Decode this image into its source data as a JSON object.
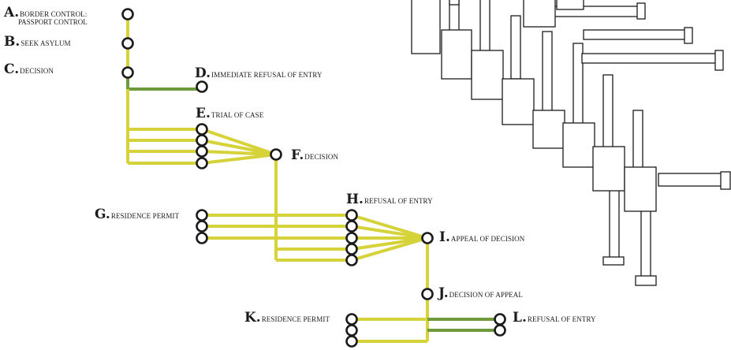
{
  "colors": {
    "path": "#d5d23a",
    "refusal": "#6f9a3c",
    "node_stroke": "#1b1b1b",
    "node_fill": "#ffffff",
    "building_stroke": "#1b1b1b"
  },
  "steps": {
    "a": {
      "letter": "A.",
      "text": "BORDER CONTROL:",
      "text2": "PASSPORT CONTROL"
    },
    "b": {
      "letter": "B.",
      "text": "SEEK ASYLUM"
    },
    "c": {
      "letter": "C.",
      "text": "DECISION"
    },
    "d": {
      "letter": "D.",
      "text": "IMMEDIATE REFUSAL OF ENTRY"
    },
    "e": {
      "letter": "E.",
      "text": "TRIAL OF CASE"
    },
    "f": {
      "letter": "F.",
      "text": "DECISION"
    },
    "g": {
      "letter": "G.",
      "text": "RESIDENCE PERMIT"
    },
    "h": {
      "letter": "H.",
      "text": "REFUSAL OF ENTRY"
    },
    "i": {
      "letter": "I.",
      "text": "APPEAL OF DECISION"
    },
    "j": {
      "letter": "J.",
      "text": "DECISION OF APPEAL"
    },
    "k": {
      "letter": "K.",
      "text": "RESIDENCE PERMIT"
    },
    "l": {
      "letter": "L.",
      "text": "REFUSAL OF ENTRY"
    }
  }
}
